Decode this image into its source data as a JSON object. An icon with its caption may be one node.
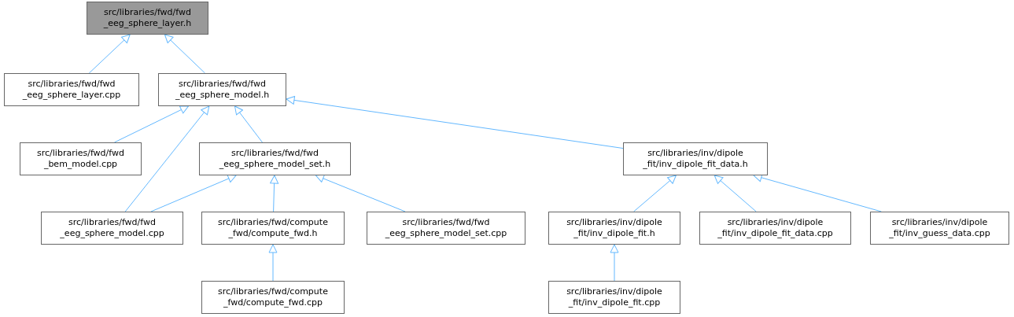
{
  "diagram": {
    "nodes": [
      {
        "text": [
          "src/libraries/fwd/fwd _eeg_sphere_layer.h"
        ]
      },
      {
        "text": [
          "src/libraries/fwd/fwd _eeg_sphere_layer.cpp"
        ]
      },
      {
        "text": [
          "src/libraries/fwd/fwd _eeg_sphere_model.h"
        ]
      },
      {
        "text": [
          "src/libraries/fwd/fwd _bem_model.cpp"
        ]
      },
      {
        "text": [
          "src/libraries/fwd/fwd _eeg_sphere_model_set.h"
        ]
      },
      {
        "text": [
          "src/libraries/inv/dipole _fit/inv_dipole_fit_data.h"
        ]
      },
      {
        "text": [
          "src/libraries/fwd/fwd _eeg_sphere_model.cpp"
        ]
      },
      {
        "text": [
          "src/libraries/fwd/compute _fwd/compute_fwd.h"
        ]
      },
      {
        "text": [
          "src/libraries/fwd/fwd _eeg_sphere_model_set.cpp"
        ]
      },
      {
        "text": [
          "src/libraries/inv/dipole _fit/inv_dipole_fit.h"
        ]
      },
      {
        "text": [
          "src/libraries/inv/dipole _fit/inv_dipole_fit_data.cpp"
        ]
      },
      {
        "text": [
          "src/libraries/inv/dipole _fit/inv_guess_data.cpp"
        ]
      },
      {
        "text": [
          "src/libraries/fwd/compute _fwd/compute_fwd.cpp"
        ]
      },
      {
        "text": [
          "src/libraries/inv/dipole _fit/inv_dipole_fit.cpp"
        ]
      }
    ],
    "edges": [
      {
        "from": 1,
        "to": 0,
        "arrow": "to"
      },
      {
        "from": 2,
        "to": 0,
        "arrow": "to"
      },
      {
        "from": 3,
        "to": 2,
        "arrow": "to"
      },
      {
        "from": 6,
        "to": 2,
        "arrow": "to"
      },
      {
        "from": 4,
        "to": 2,
        "arrow": "to"
      },
      {
        "from": 5,
        "to": 2,
        "arrow": "to"
      },
      {
        "from": 6,
        "to": 4,
        "arrow": "to"
      },
      {
        "from": 7,
        "to": 4,
        "arrow": "to"
      },
      {
        "from": 8,
        "to": 4,
        "arrow": "to"
      },
      {
        "from": 12,
        "to": 7,
        "arrow": "to"
      },
      {
        "from": 9,
        "to": 5,
        "arrow": "to"
      },
      {
        "from": 10,
        "to": 5,
        "arrow": "to"
      },
      {
        "from": 11,
        "to": 5,
        "arrow": "to"
      },
      {
        "from": 13,
        "to": 9,
        "arrow": "to"
      }
    ]
  }
}
